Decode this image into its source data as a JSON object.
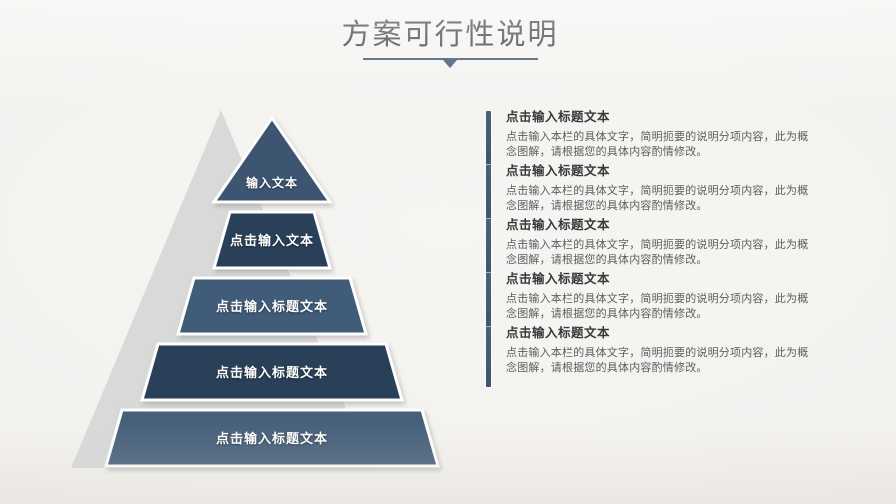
{
  "slide": {
    "title": "方案可行性说明",
    "background_color": "#f4f2ef",
    "accent_color": "#3d5370"
  },
  "pyramid": {
    "shadow_color": "#d9d9d9",
    "tiers": [
      {
        "label": "输入文本",
        "fill": "#3d5470",
        "level": 1
      },
      {
        "label": "点击输入文本",
        "fill": "#2c4158",
        "level": 2
      },
      {
        "label": "点击输入标题文本",
        "fill": "#415b78",
        "level": 3
      },
      {
        "label": "点击输入标题文本",
        "fill": "#2a4058",
        "level": 4
      },
      {
        "label": "点击输入标题文本",
        "fill": "#47607c",
        "level": 5
      }
    ]
  },
  "text_blocks": [
    {
      "heading": "点击输入标题文本",
      "body": "点击输入本栏的具体文字，简明扼要的说明分项内容，此为概念图解，请根据您的具体内容酌情修改。"
    },
    {
      "heading": "点击输入标题文本",
      "body": "点击输入本栏的具体文字，简明扼要的说明分项内容，此为概念图解，请根据您的具体内容酌情修改。"
    },
    {
      "heading": "点击输入标题文本",
      "body": "点击输入本栏的具体文字，简明扼要的说明分项内容，此为概念图解，请根据您的具体内容酌情修改。"
    },
    {
      "heading": "点击输入标题文本",
      "body": "点击输入本栏的具体文字，简明扼要的说明分项内容，此为概念图解，请根据您的具体内容酌情修改。"
    },
    {
      "heading": "点击输入标题文本",
      "body": "点击输入本栏的具体文字，简明扼要的说明分项内容，此为概念图解，请根据您的具体内容酌情修改。"
    }
  ]
}
